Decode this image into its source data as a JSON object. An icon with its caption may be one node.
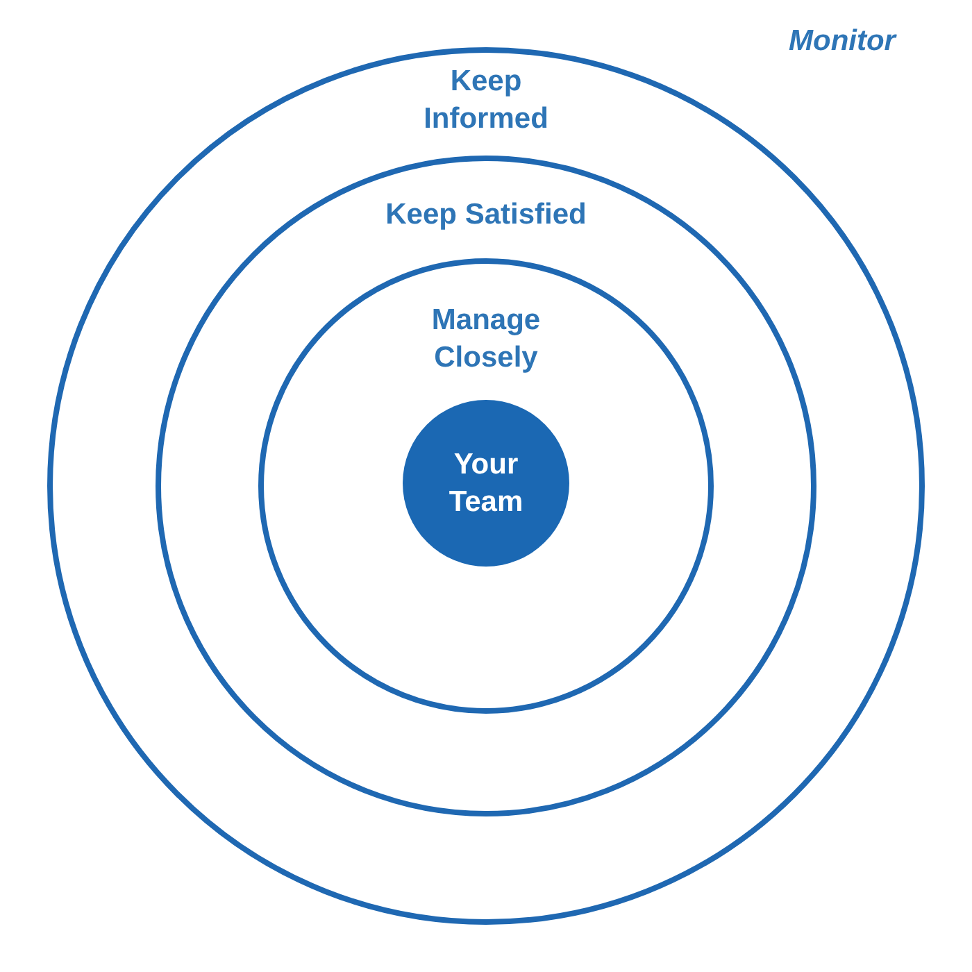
{
  "diagram": {
    "nodes": [
      {
        "text": [
          "Keep Informed"
        ]
      },
      {
        "text": [
          "Keep Satisfied"
        ],
        "in": 0
      },
      {
        "text": [
          "Manage Closely"
        ],
        "in": 1
      },
      {
        "text": [
          "Your Team"
        ],
        "in": 2
      }
    ],
    "edges": [],
    "labels": [
      "Monitor"
    ]
  }
}
